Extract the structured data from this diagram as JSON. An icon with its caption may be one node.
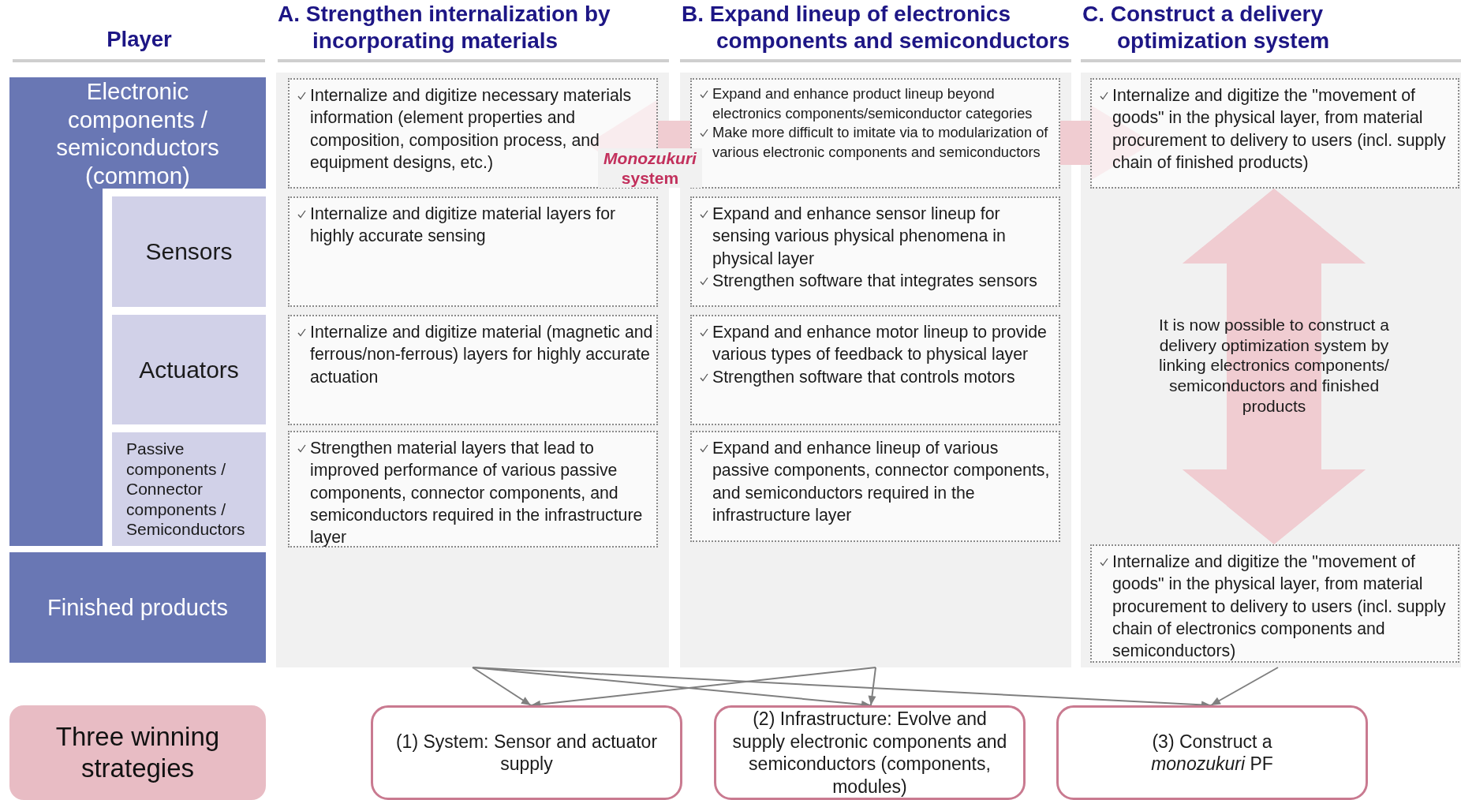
{
  "diagram": {
    "nodes": [
      {
        "text": [
          "Electronic components / semiconductors (common)"
        ]
      },
      {
        "text": [
          "Sensors"
        ],
        "in": 0
      },
      {
        "text": [
          "Actuators"
        ],
        "in": 0
      },
      {
        "text": [
          "Passive components / Connector components / Semiconductors"
        ],
        "in": 0
      },
      {
        "text": [
          "Finished products"
        ]
      },
      {
        "text": [
          "A. Strengthen internalization by incorporating materials"
        ]
      },
      {
        "text": [
          "Internalize and digitize necessary materials information (element properties and composition, composition process, and equipment designs, etc.)"
        ],
        "in": 5
      },
      {
        "text": [
          "Internalize and digitize material layers for highly accurate sensing"
        ],
        "in": 5
      },
      {
        "text": [
          "Internalize and digitize material (magnetic and ferrous/non-ferrous) layers for highly accurate actuation"
        ],
        "in": 5
      },
      {
        "text": [
          "Strengthen material layers that lead to improved performance of various passive components, connector components, and semiconductors required in the infrastructure layer"
        ],
        "in": 5
      },
      {
        "text": [
          "B. Expand lineup of electronics components and semiconductors"
        ]
      },
      {
        "text": [
          "Expand and enhance product lineup beyond electronics components/semiconductor categories",
          "Make more difficult to imitate via to modularization of various electronic components and semiconductors"
        ],
        "in": 10
      },
      {
        "text": [
          "Expand and enhance sensor lineup for sensing various physical phenomena in physical layer",
          "Strengthen software that integrates sensors"
        ],
        "in": 10
      },
      {
        "text": [
          "Expand and enhance motor lineup to provide various types of feedback to physical layer",
          "Strengthen software that controls motors"
        ],
        "in": 10
      },
      {
        "text": [
          "Expand and enhance lineup of various passive components, connector components, and semiconductors required in the infrastructure layer"
        ],
        "in": 10
      },
      {
        "text": [
          "C. Construct a delivery optimization system"
        ]
      },
      {
        "text": [
          "Internalize and digitize the \"movement of goods\" in the physical layer, from material procurement to delivery to users (incl. supply chain of finished products)"
        ],
        "in": 15
      },
      {
        "text": [
          "Internalize and digitize the \"movement of goods\" in the physical layer, from material procurement to delivery to users (incl. supply chain of electronics components and semiconductors)"
        ],
        "in": 15
      },
      {
        "text": [
          "Three winning strategies"
        ]
      },
      {
        "text": [
          "(1) System: Sensor and actuator supply"
        ]
      },
      {
        "text": [
          "(2) Infrastructure: Evolve and supply electronic components and semiconductors (components, modules)"
        ]
      },
      {
        "text": [
          "(3) Construct a *monozukuri* PF"
        ]
      }
    ],
    "edges": [
      {
        "from": 11,
        "to": 6,
        "arrow": "to",
        "label": "*Monozukuri* system",
        "style": "thick",
        "color": "#f0ccd1"
      },
      {
        "from": 11,
        "to": 16,
        "arrow": "to",
        "style": "thick",
        "color": "#f0ccd1"
      },
      {
        "from": 16,
        "to": 17,
        "arrow": "both",
        "style": "thick",
        "color": "#f0ccd1"
      },
      {
        "from": 5,
        "to": 19,
        "arrow": "to"
      },
      {
        "from": 5,
        "to": 20,
        "arrow": "to"
      },
      {
        "from": 5,
        "to": 21,
        "arrow": "to"
      },
      {
        "from": 10,
        "to": 19,
        "arrow": "to"
      },
      {
        "from": 10,
        "to": 20,
        "arrow": "to"
      },
      {
        "from": 15,
        "to": 21,
        "arrow": "to"
      }
    ],
    "labels": [
      "Player",
      "It is now possible to construct a delivery optimization system by linking electronics components/ semiconductors and finished products"
    ]
  }
}
